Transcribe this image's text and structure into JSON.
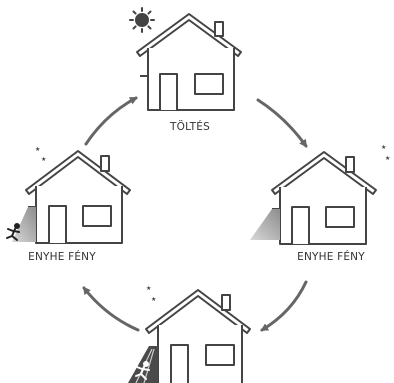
{
  "colors": {
    "line": "#444444",
    "fill": "#ffffff",
    "lamp_glow": "#9a9a9a",
    "arrow": "#666666"
  },
  "houses": [
    {
      "id": "top",
      "label": "TÖLTÉS",
      "icon": "sun-icon"
    },
    {
      "id": "right",
      "label": "ENYHE FÉNY",
      "icon": "moon-icon"
    },
    {
      "id": "bottom",
      "label": "",
      "icon": "moon-icon",
      "extra": "running-person-icon"
    },
    {
      "id": "left",
      "label": "ENYHE FÉNY",
      "icon": "moon-icon",
      "extra": "running-person-icon"
    }
  ]
}
